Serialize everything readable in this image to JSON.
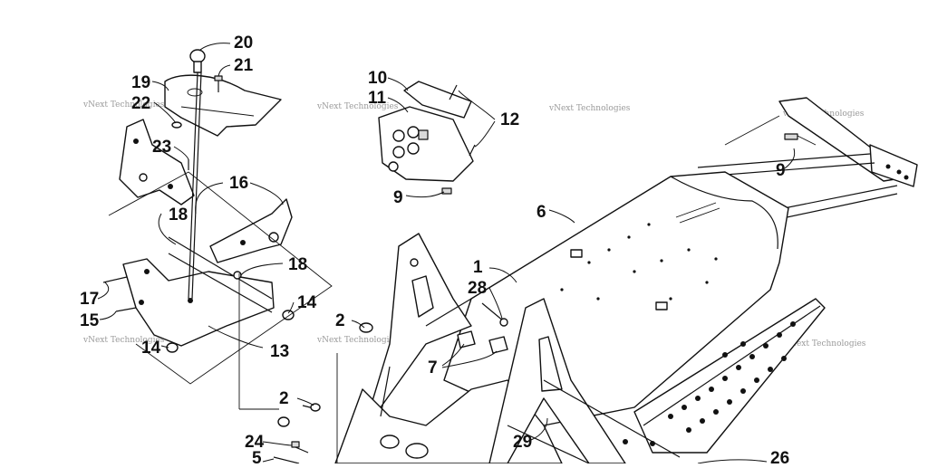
{
  "watermark": "vNext Technologies",
  "callouts": {
    "c1": "1",
    "c2a": "2",
    "c2b": "2",
    "c5": "5",
    "c6": "6",
    "c7": "7",
    "c9a": "9",
    "c9b": "9",
    "c10": "10",
    "c11": "11",
    "c12": "12",
    "c13": "13",
    "c14a": "14",
    "c14b": "14",
    "c15": "15",
    "c16": "16",
    "c17": "17",
    "c18a": "18",
    "c18b": "18",
    "c19": "19",
    "c20": "20",
    "c21": "21",
    "c22": "22",
    "c23": "23",
    "c24": "24",
    "c26": "26",
    "c28": "28",
    "c29": "29"
  }
}
